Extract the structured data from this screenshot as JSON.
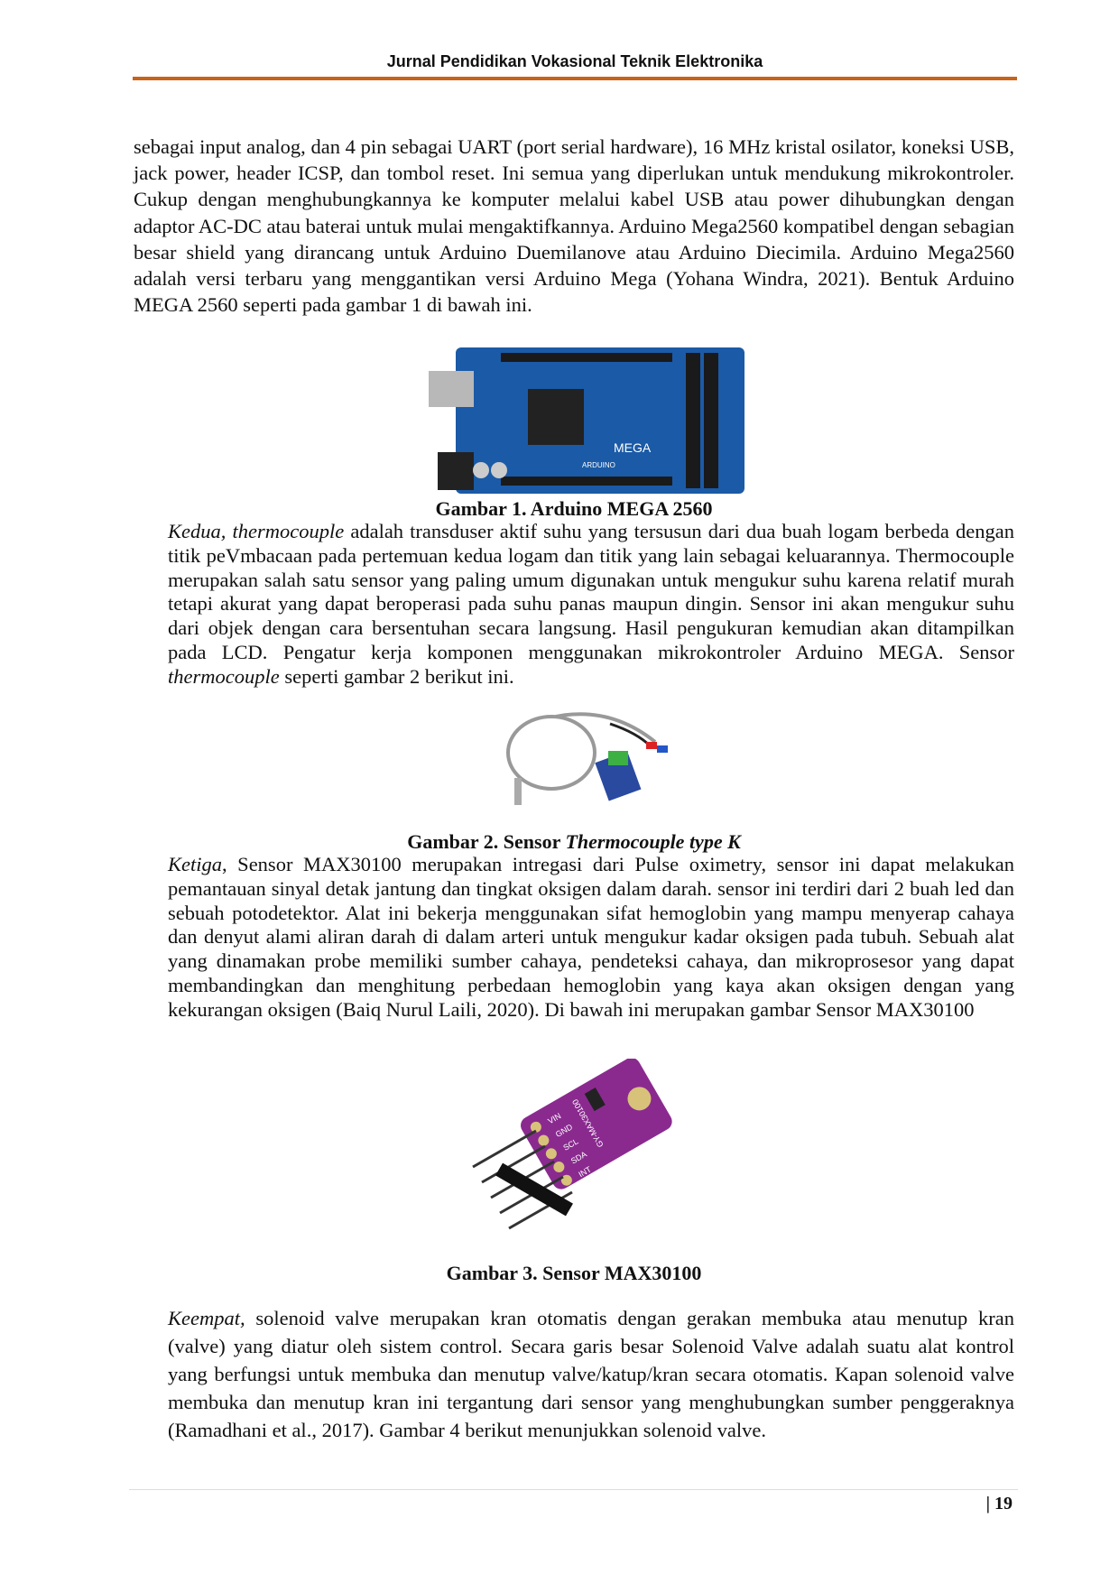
{
  "header": {
    "journal_title": "Jurnal Pendidikan Vokasional Teknik Elektronika"
  },
  "body": {
    "paragraph1": "sebagai input analog, dan 4 pin sebagai UART (port serial hardware), 16 MHz kristal osilator, koneksi USB, jack power, header ICSP, dan tombol reset. Ini semua yang diperlukan untuk mendukung mikrokontroler. Cukup dengan menghubungkannya ke komputer melalui kabel USB atau power dihubungkan dengan adaptor AC-DC atau baterai untuk mulai mengaktifkannya. Arduino Mega2560 kompatibel dengan sebagian besar shield yang dirancang untuk Arduino Duemilanove atau Arduino Diecimila. Arduino Mega2560 adalah versi terbaru yang menggantikan versi Arduino Mega (Yohana Windra, 2021). Bentuk Arduino MEGA 2560 seperti pada gambar 1 di bawah ini.",
    "figure1": {
      "caption": "Gambar 1. Arduino MEGA 2560",
      "board_label": "MEGA",
      "brand": "ARDUINO"
    },
    "paragraph2": {
      "lead_italic": "Kedua, thermocouple",
      "text": " adalah transduser aktif suhu yang tersusun dari dua buah logam berbeda dengan titik peVmbacaan pada pertemuan kedua logam dan titik yang lain sebagai keluarannya. Thermocouple merupakan salah satu sensor yang paling umum digunakan untuk mengukur suhu karena relatif murah tetapi akurat yang dapat beroperasi pada suhu panas maupun dingin. Sensor ini akan mengukur suhu dari objek dengan cara bersentuhan secara langsung. Hasil pengukuran kemudian akan ditampilkan pada LCD. Pengatur kerja komponen menggunakan mikrokontroler Arduino MEGA. Sensor ",
      "italic2": "thermocouple",
      "tail": " seperti gambar 2 berikut ini."
    },
    "figure2": {
      "caption_prefix": "Gambar 2. Sensor ",
      "caption_italic": "Thermocouple type K"
    },
    "paragraph3": {
      "lead_italic": "Ketiga",
      "text": ", Sensor MAX30100 merupakan intregasi dari Pulse oximetry, sensor ini dapat melakukan pemantauan sinyal detak jantung dan tingkat oksigen dalam darah. sensor ini terdiri dari 2 buah led dan sebuah potodetektor. Alat ini bekerja menggunakan sifat hemoglobin yang mampu menyerap cahaya dan denyut alami aliran darah di dalam arteri untuk mengukur kadar oksigen pada tubuh. Sebuah alat yang dinamakan probe memiliki sumber cahaya, pendeteksi cahaya, dan mikroprosesor yang dapat membandingkan dan menghitung perbedaan hemoglobin yang kaya akan oksigen dengan yang kekurangan oksigen (Baiq Nurul Laili, 2020). Di bawah ini merupakan gambar Sensor MAX30100"
    },
    "figure3": {
      "caption": "Gambar 3. Sensor MAX30100",
      "pin_labels": [
        "VIN",
        "GND",
        "SCL",
        "SDA",
        "INT"
      ],
      "board_label": "GY-MAX30100"
    },
    "paragraph4": {
      "lead_italic": "Keempat,",
      "text": " solenoid valve merupakan kran otomatis dengan gerakan membuka atau menutup kran (valve) yang diatur oleh sistem control. Secara garis besar Solenoid Valve adalah suatu alat kontrol yang berfungsi untuk membuka dan menutup valve/katup/kran secara otomatis. Kapan solenoid valve membuka dan menutup kran ini tergantung dari sensor yang menghubungkan sumber penggeraknya (Ramadhani et al., 2017). Gambar 4 berikut menunjukkan solenoid valve."
    }
  },
  "footer": {
    "page_number": "| 19"
  }
}
